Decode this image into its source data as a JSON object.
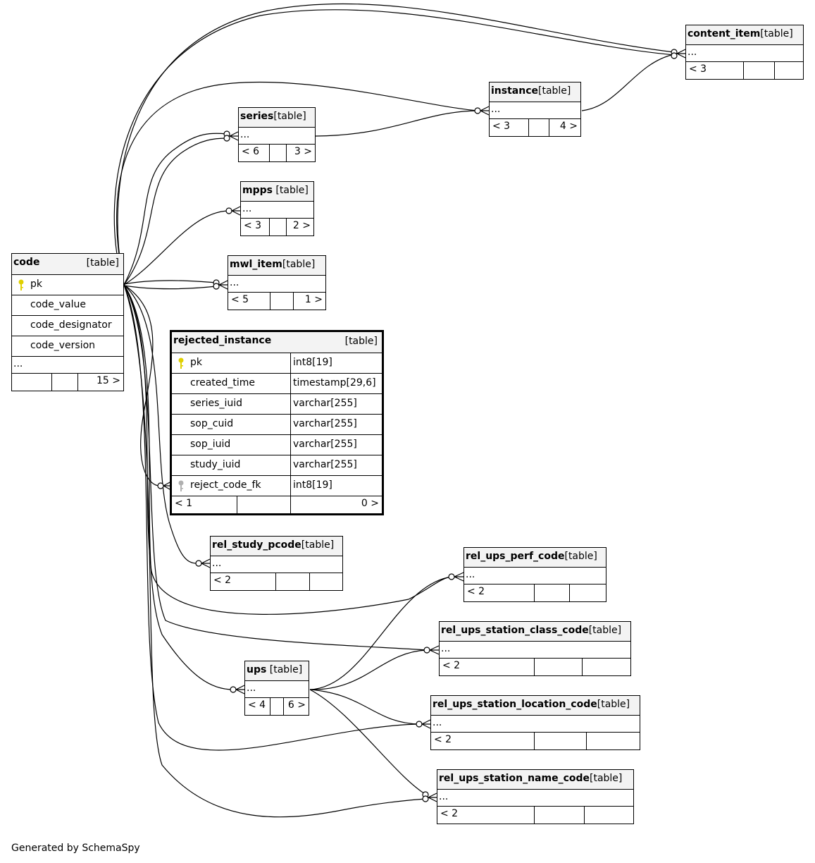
{
  "tables": {
    "content_item": {
      "name": "content_item",
      "tag": "[table]",
      "dots": "...",
      "foot": [
        "< 3",
        "",
        ""
      ]
    },
    "instance": {
      "name": "instance",
      "tag": "[table]",
      "dots": "...",
      "foot": [
        "< 3",
        "",
        "4 >"
      ]
    },
    "series": {
      "name": "series",
      "tag": "[table]",
      "dots": "...",
      "foot": [
        "< 6",
        "",
        "3 >"
      ]
    },
    "mpps": {
      "name": "mpps",
      "tag": "[table]",
      "dots": "...",
      "foot": [
        "< 3",
        "",
        "2 >"
      ]
    },
    "mwl_item": {
      "name": "mwl_item",
      "tag": "[table]",
      "dots": "...",
      "foot": [
        "< 5",
        "",
        "1 >"
      ]
    },
    "code": {
      "name": "code",
      "tag": "[table]",
      "columns": [
        "pk",
        "code_value",
        "code_designator",
        "code_version"
      ],
      "dots": "...",
      "foot": [
        "",
        "",
        "15 >"
      ]
    },
    "rejected_instance": {
      "name": "rejected_instance",
      "tag": "[table]",
      "columns": [
        {
          "name": "pk",
          "type": "int8[19]",
          "key": "primary"
        },
        {
          "name": "created_time",
          "type": "timestamp[29,6]",
          "key": ""
        },
        {
          "name": "series_iuid",
          "type": "varchar[255]",
          "key": ""
        },
        {
          "name": "sop_cuid",
          "type": "varchar[255]",
          "key": ""
        },
        {
          "name": "sop_iuid",
          "type": "varchar[255]",
          "key": ""
        },
        {
          "name": "study_iuid",
          "type": "varchar[255]",
          "key": ""
        },
        {
          "name": "reject_code_fk",
          "type": "int8[19]",
          "key": "foreign"
        }
      ],
      "foot": [
        "< 1",
        "",
        "0 >"
      ]
    },
    "rel_study_pcode": {
      "name": "rel_study_pcode",
      "tag": "[table]",
      "dots": "...",
      "foot": [
        "< 2",
        "",
        ""
      ]
    },
    "rel_ups_perf_code": {
      "name": "rel_ups_perf_code",
      "tag": "[table]",
      "dots": "...",
      "foot": [
        "< 2",
        "",
        ""
      ]
    },
    "rel_ups_station_class_code": {
      "name": "rel_ups_station_class_code",
      "tag": "[table]",
      "dots": "...",
      "foot": [
        "< 2",
        "",
        ""
      ]
    },
    "ups": {
      "name": "ups",
      "tag": "[table]",
      "dots": "...",
      "foot": [
        "< 4",
        "",
        "6 >"
      ]
    },
    "rel_ups_station_location_code": {
      "name": "rel_ups_station_location_code",
      "tag": "[table]",
      "dots": "...",
      "foot": [
        "< 2",
        "",
        ""
      ]
    },
    "rel_ups_station_name_code": {
      "name": "rel_ups_station_name_code",
      "tag": "[table]",
      "dots": "...",
      "foot": [
        "< 2",
        "",
        ""
      ]
    }
  },
  "relationships": [
    {
      "from": "code",
      "to": "content_item",
      "count": 2
    },
    {
      "from": "code",
      "to": "instance",
      "count": 1
    },
    {
      "from": "code",
      "to": "series",
      "count": 2
    },
    {
      "from": "code",
      "to": "mpps",
      "count": 1
    },
    {
      "from": "code",
      "to": "mwl_item",
      "count": 2
    },
    {
      "from": "code",
      "to": "rejected_instance",
      "count": 1
    },
    {
      "from": "code",
      "to": "rel_study_pcode",
      "count": 1
    },
    {
      "from": "code",
      "to": "rel_ups_perf_code",
      "count": 1
    },
    {
      "from": "code",
      "to": "rel_ups_station_class_code",
      "count": 1
    },
    {
      "from": "code",
      "to": "ups",
      "count": 1
    },
    {
      "from": "code",
      "to": "rel_ups_station_location_code",
      "count": 1
    },
    {
      "from": "code",
      "to": "rel_ups_station_name_code",
      "count": 1
    },
    {
      "from": "instance",
      "to": "content_item",
      "count": 1
    },
    {
      "from": "series",
      "to": "instance",
      "count": 1
    },
    {
      "from": "ups",
      "to": "rel_ups_perf_code",
      "count": 1
    },
    {
      "from": "ups",
      "to": "rel_ups_station_class_code",
      "count": 1
    },
    {
      "from": "ups",
      "to": "rel_ups_station_location_code",
      "count": 1
    },
    {
      "from": "ups",
      "to": "rel_ups_station_name_code",
      "count": 1
    }
  ],
  "colors": {
    "primary_key": "#e0d000",
    "foreign_key": "#b0b0b0",
    "header_bg": "#f3f3f3"
  },
  "footer": "Generated by SchemaSpy"
}
